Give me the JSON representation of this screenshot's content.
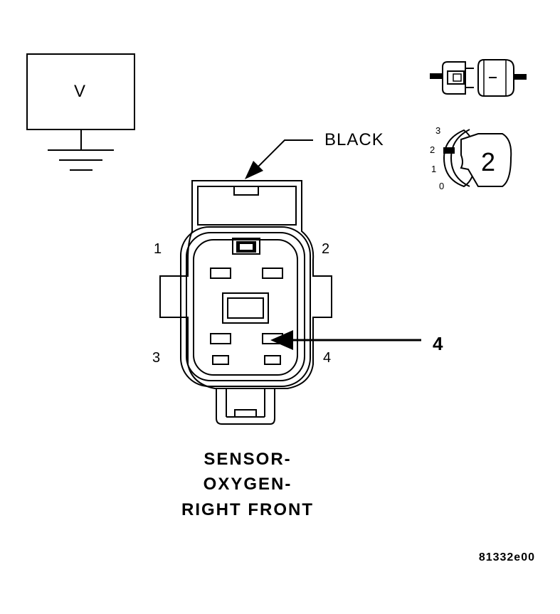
{
  "voltmeter": {
    "symbol": "V"
  },
  "wire_color_label": "BLACK",
  "ignition": {
    "key_label": "2",
    "positions": [
      "3",
      "2",
      "1",
      "0"
    ]
  },
  "connector": {
    "pin_labels": {
      "p1": "1",
      "p2": "2",
      "p3": "3",
      "p4": "4"
    },
    "callout_label": "4"
  },
  "title": {
    "line1": "SENSOR-",
    "line2": "OXYGEN-",
    "line3": "RIGHT FRONT"
  },
  "figure_id": "81332e00"
}
